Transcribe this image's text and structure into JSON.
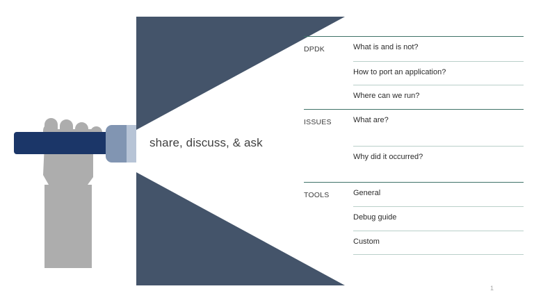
{
  "slide": {
    "title": "share, discuss, & ask",
    "page_number": "1"
  },
  "illustration": {
    "name": "hand-holding-megaphone",
    "handle_color": "#1b3668",
    "cone_color": "#8195b2",
    "cone_highlight_color": "#b7c4d6",
    "hand_color": "#adadad",
    "arrow_color": "#44546a"
  },
  "agenda": {
    "rule_color": "#3f7268",
    "divider_color": "#b9cfc9",
    "groups": [
      {
        "label": "DPDK",
        "items": [
          {
            "text": "What is and is not?"
          },
          {
            "text": "How to port an application?"
          },
          {
            "text": "Where can we run?"
          }
        ]
      },
      {
        "label": "ISSUES",
        "items": [
          {
            "text": "What are?"
          },
          {
            "text": "Why did it occurred?"
          }
        ]
      },
      {
        "label": "TOOLS",
        "items": [
          {
            "text": "General"
          },
          {
            "text": "Debug guide"
          },
          {
            "text": "Custom"
          }
        ]
      }
    ]
  }
}
